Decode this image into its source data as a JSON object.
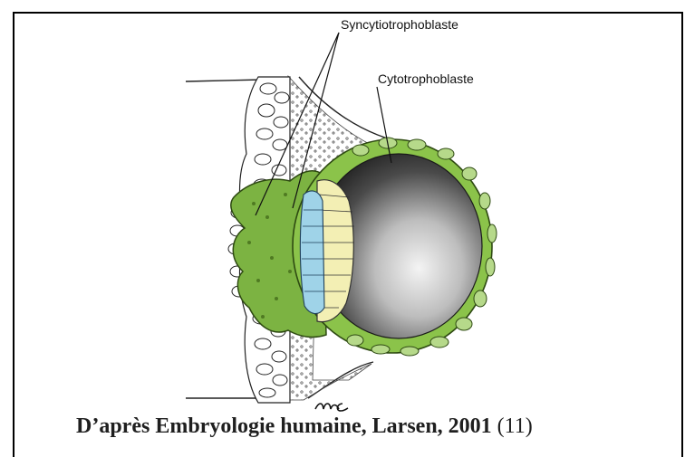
{
  "labels": {
    "syncytiotrophoblast": "Syncytiotrophoblaste",
    "cytotrophoblast": "Cytotrophoblaste"
  },
  "caption": {
    "text": "D’après Embryologie humaine, Larsen, 2001",
    "reference": "(11)"
  },
  "signature": "mc",
  "colors": {
    "syncytium_green": "#7cb342",
    "cytotrophoblast_green": "#9ccc65",
    "epiblast_yellow": "#f3efb4",
    "hypoblast_blue": "#9fd3e8",
    "cavity_dark": "#2a2a2a"
  }
}
